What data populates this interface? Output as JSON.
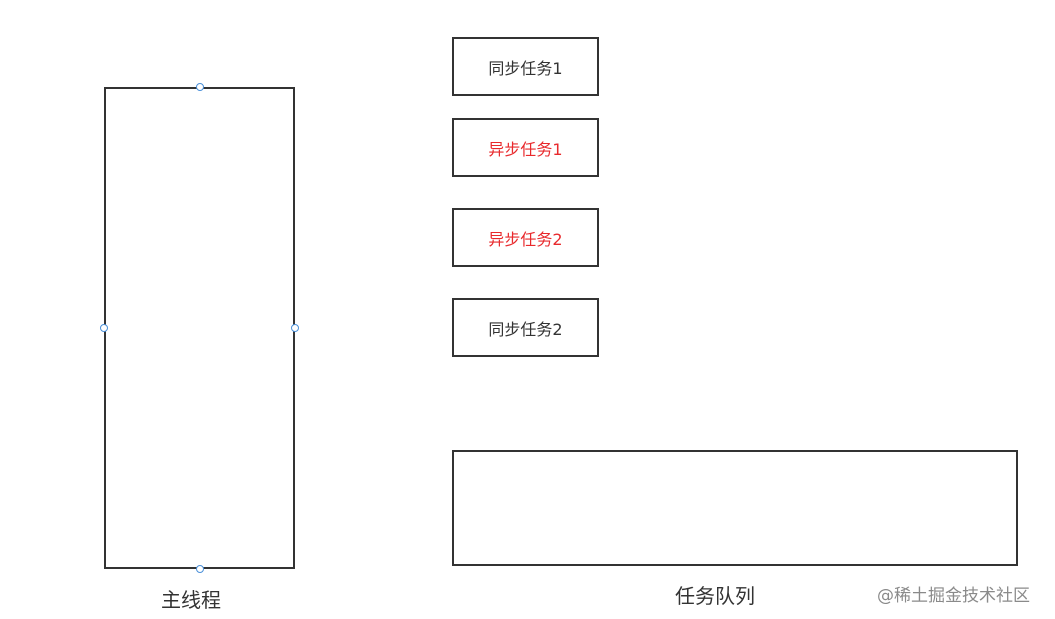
{
  "diagram": {
    "main_thread_label": "主线程",
    "queue_label": "任务队列",
    "watermark": "@稀土掘金技术社区",
    "tasks": [
      {
        "label": "同步任务1",
        "kind": "sync"
      },
      {
        "label": "异步任务1",
        "kind": "async"
      },
      {
        "label": "异步任务2",
        "kind": "async"
      },
      {
        "label": "同步任务2",
        "kind": "sync"
      }
    ],
    "colors": {
      "stroke": "#333333",
      "sync_text": "#333333",
      "async_text": "#e8292c",
      "handle": "#4a90d9"
    }
  }
}
